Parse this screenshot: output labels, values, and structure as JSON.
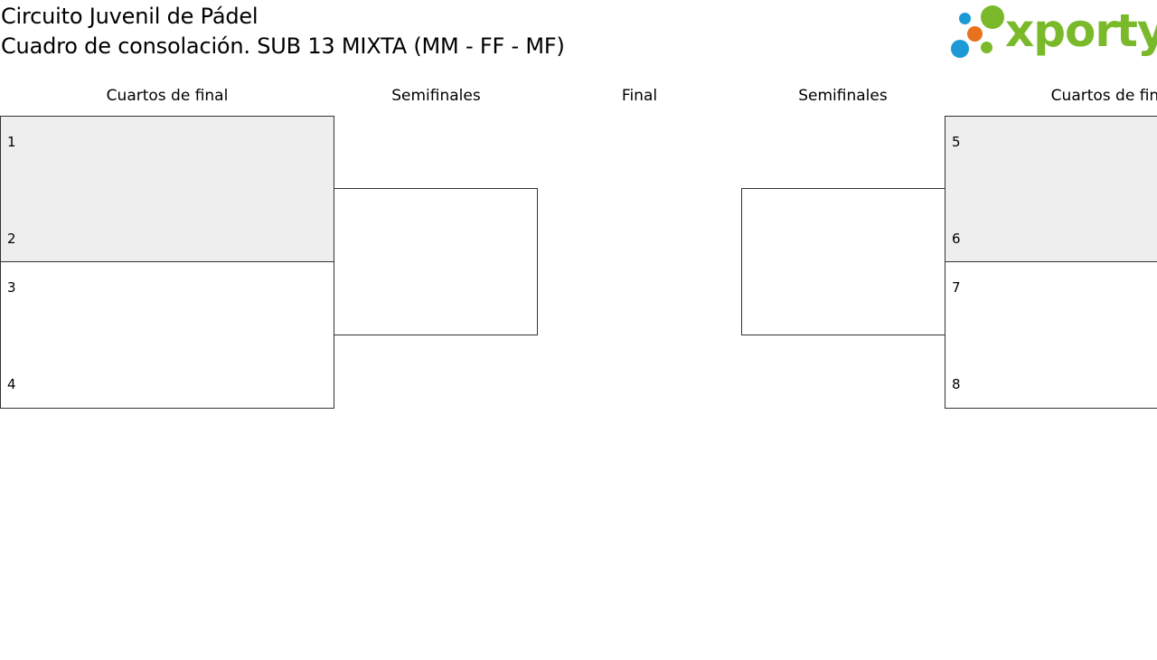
{
  "header": {
    "title": "Circuito Juvenil de Pádel",
    "subtitle": "Cuadro de consolación. SUB 13 MIXTA (MM - FF - MF)"
  },
  "logo": {
    "text": "xporty",
    "icon": "xporty-dots-logo",
    "colors": {
      "green": "#7ab929",
      "blue": "#1b9ad6",
      "orange": "#e8721c"
    }
  },
  "rounds": {
    "left_quarterfinals": "Cuartos de final",
    "left_semifinals": "Semifinales",
    "final": "Final",
    "right_semifinals": "Semifinales",
    "right_quarterfinals": "Cuartos de final"
  },
  "bracket": {
    "left_quarterfinals": [
      {
        "seed_top": "1",
        "seed_bottom": "2",
        "shaded": true
      },
      {
        "seed_top": "3",
        "seed_bottom": "4",
        "shaded": false
      }
    ],
    "right_quarterfinals": [
      {
        "seed_top": "5",
        "seed_bottom": "6",
        "shaded": true
      },
      {
        "seed_top": "7",
        "seed_bottom": "8",
        "shaded": false
      }
    ]
  },
  "colors": {
    "box_border": "#333333",
    "shaded_fill": "#eeeeee",
    "background": "#ffffff"
  }
}
